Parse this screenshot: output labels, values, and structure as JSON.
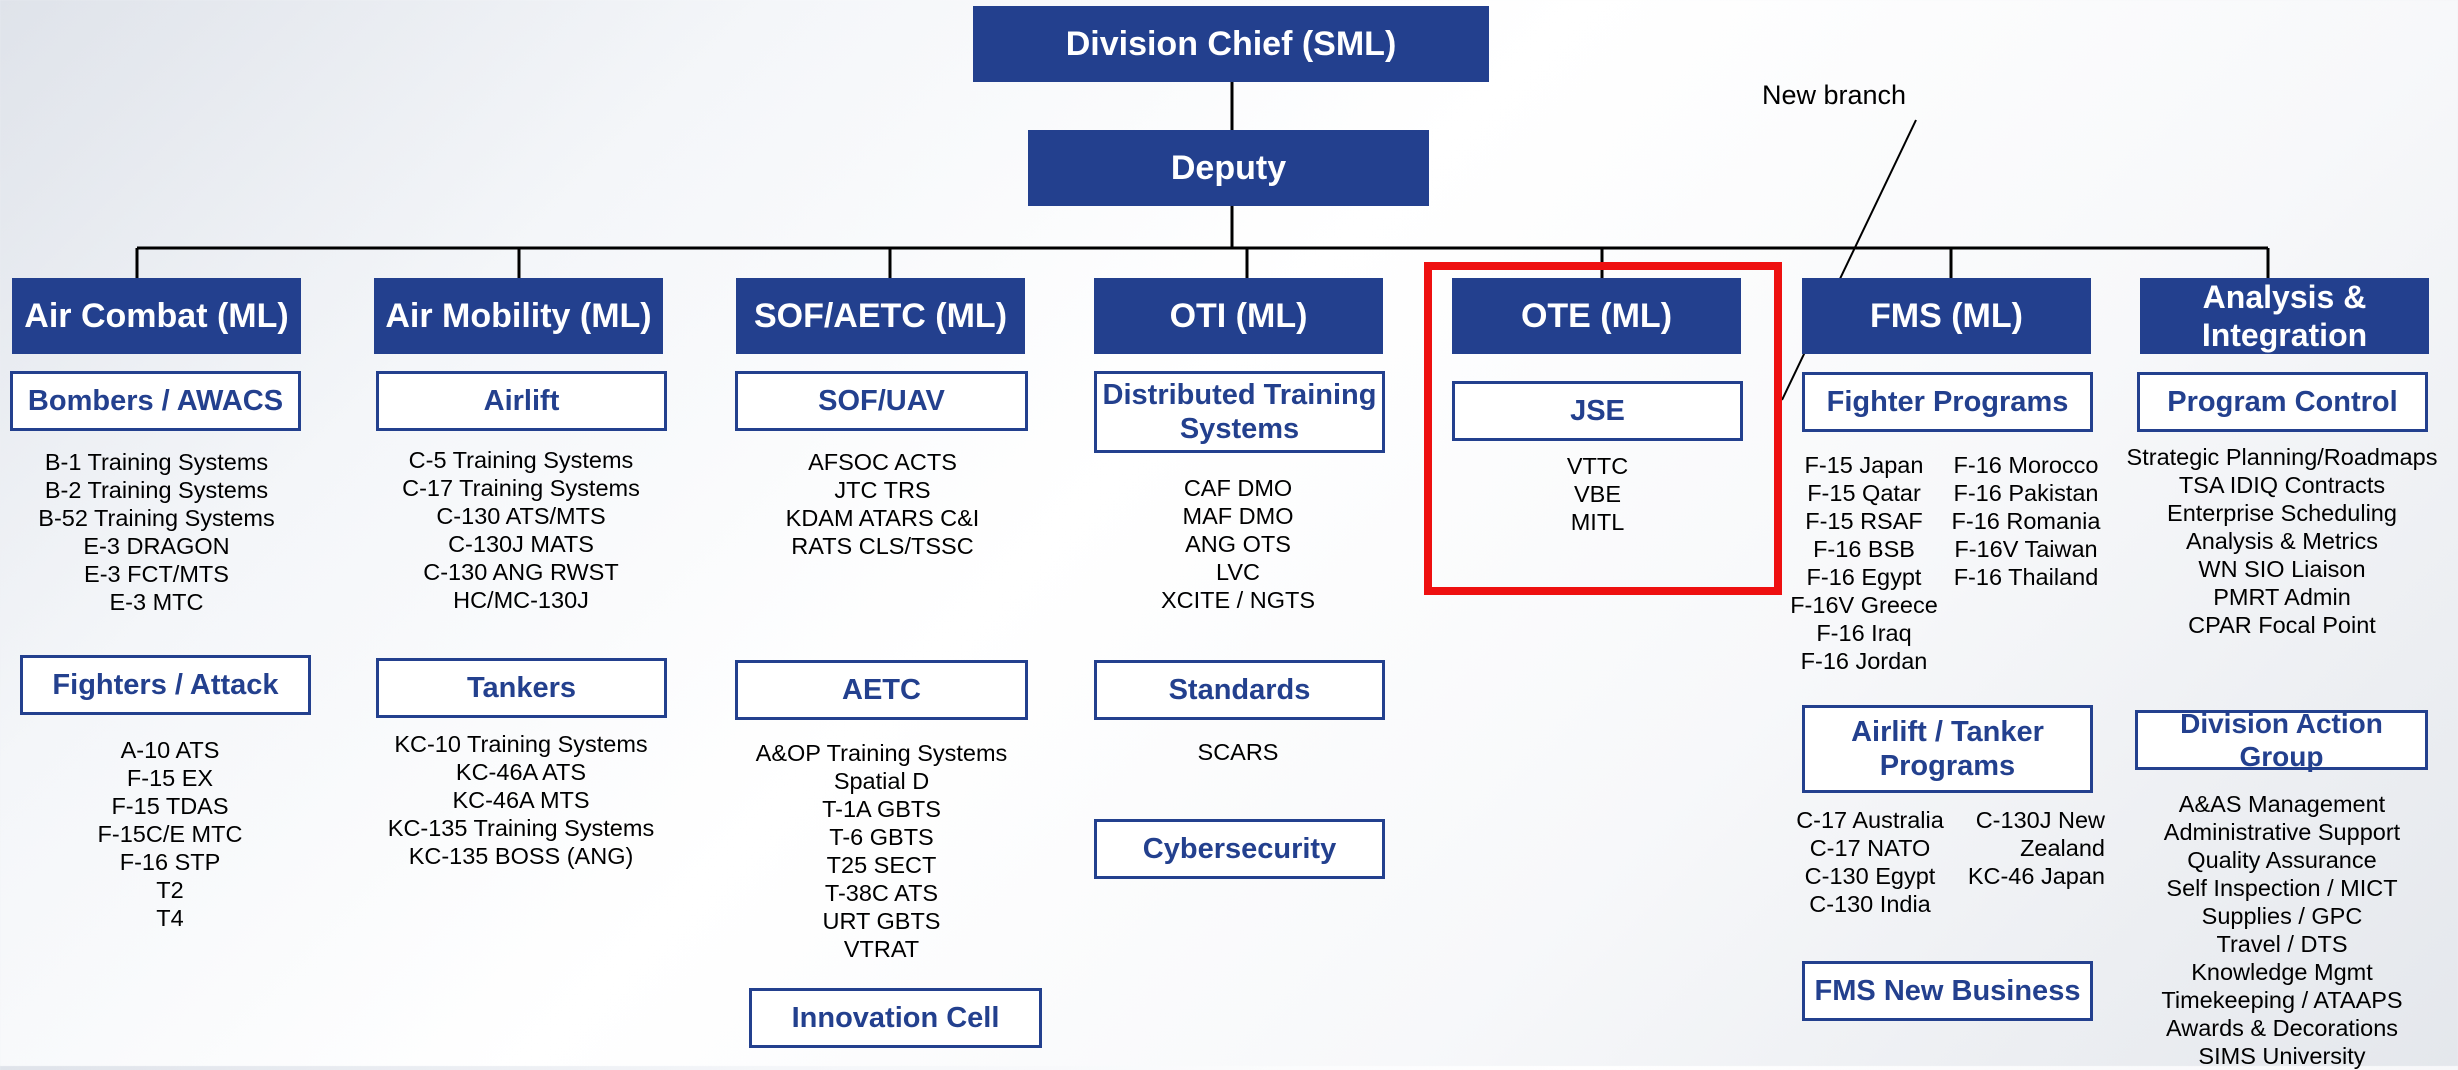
{
  "top": {
    "chief": "Division Chief (SML)",
    "deputy": "Deputy"
  },
  "callout": "New branch",
  "columns": {
    "air_combat": {
      "header": "Air Combat (ML)",
      "sections": [
        {
          "title": "Bombers / AWACS",
          "items": "B-1 Training Systems\nB-2 Training Systems\nB-52 Training Systems\nE-3 DRAGON\nE-3 FCT/MTS\nE-3 MTC"
        },
        {
          "title": "Fighters / Attack",
          "items": "A-10 ATS\nF-15 EX\nF-15 TDAS\nF-15C/E MTC\nF-16 STP\nT2\nT4"
        }
      ]
    },
    "air_mobility": {
      "header": "Air Mobility (ML)",
      "sections": [
        {
          "title": "Airlift",
          "items": "C-5 Training Systems\nC-17 Training Systems\nC-130 ATS/MTS\nC-130J MATS\nC-130 ANG RWST\nHC/MC-130J"
        },
        {
          "title": "Tankers",
          "items": "KC-10 Training Systems\nKC-46A ATS\nKC-46A MTS\nKC-135 Training Systems\nKC-135 BOSS (ANG)"
        }
      ]
    },
    "sof_aetc": {
      "header": "SOF/AETC (ML)",
      "sections": [
        {
          "title": "SOF/UAV",
          "items": "AFSOC ACTS\nJTC TRS\nKDAM ATARS C&I\nRATS CLS/TSSC"
        },
        {
          "title": "AETC",
          "items": "A&OP Training Systems\nSpatial D\nT-1A GBTS\nT-6 GBTS\nT25 SECT\nT-38C ATS\nURT GBTS\nVTRAT"
        },
        {
          "title": "Innovation Cell"
        }
      ]
    },
    "oti": {
      "header": "OTI (ML)",
      "sections": [
        {
          "title": "Distributed Training\nSystems",
          "items": "CAF DMO\nMAF DMO\nANG OTS\nLVC\nXCITE / NGTS"
        },
        {
          "title": "Standards",
          "items": "SCARS"
        },
        {
          "title": "Cybersecurity"
        }
      ]
    },
    "ote": {
      "header": "OTE (ML)",
      "sections": [
        {
          "title": "JSE",
          "items": "VTTC\nVBE\nMITL"
        }
      ]
    },
    "fms": {
      "header": "FMS (ML)",
      "sections": [
        {
          "title": "Fighter Programs",
          "items_left": "F-15 Japan\nF-15 Qatar\nF-15 RSAF\nF-16 BSB\nF-16 Egypt\nF-16V Greece\nF-16 Iraq\nF-16 Jordan",
          "items_right": "F-16 Morocco\nF-16 Pakistan\nF-16 Romania\nF-16V Taiwan\nF-16 Thailand"
        },
        {
          "title": "Airlift / Tanker\nPrograms",
          "items_left": "C-17 Australia\nC-17 NATO\nC-130 Egypt\nC-130 India",
          "items_right": "C-130J New\nZealand\nKC-46 Japan"
        },
        {
          "title": "FMS New Business"
        }
      ]
    },
    "analysis": {
      "header": "Analysis &\nIntegration",
      "sections": [
        {
          "title": "Program Control",
          "items": "Strategic Planning/Roadmaps\nTSA IDIQ Contracts\nEnterprise Scheduling\nAnalysis & Metrics\nWN SIO Liaison\nPMRT Admin\nCPAR Focal Point"
        },
        {
          "title": "Division Action Group",
          "items": "A&AS Management\nAdministrative Support\nQuality Assurance\nSelf Inspection / MICT\nSupplies / GPC\nTravel / DTS\nKnowledge Mgmt\nTimekeeping / ATAAPS\nAwards & Decorations\nSIMS University"
        }
      ]
    }
  },
  "colors": {
    "navy": "#23408e",
    "highlight": "#ee1010"
  }
}
